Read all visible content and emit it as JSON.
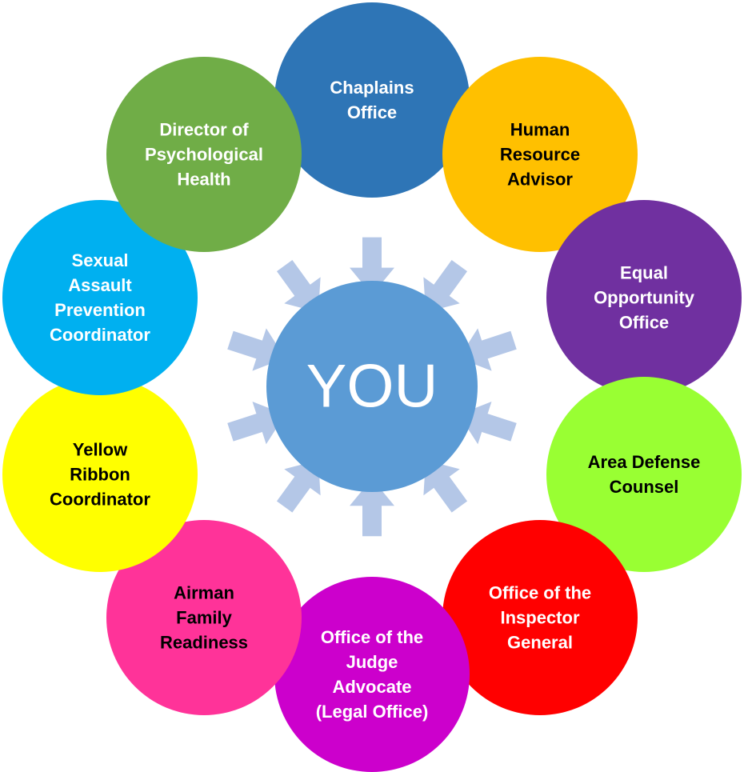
{
  "center": {
    "label": "YOU",
    "fill": "#5b9bd5",
    "text_color": "#ffffff"
  },
  "arrow_color": "#b4c7e7",
  "nodes": [
    {
      "id": "chaplains-office",
      "lines": [
        "Chaplains",
        "Office"
      ],
      "fill": "#2e75b6",
      "text_color": "#ffffff"
    },
    {
      "id": "human-resource-advisor",
      "lines": [
        "Human",
        "Resource",
        "Advisor"
      ],
      "fill": "#ffc000",
      "text_color": "#000000"
    },
    {
      "id": "equal-opportunity-office",
      "lines": [
        "Equal",
        "Opportunity",
        "Office"
      ],
      "fill": "#7030a0",
      "text_color": "#ffffff"
    },
    {
      "id": "area-defense-counsel",
      "lines": [
        "Area Defense",
        "Counsel"
      ],
      "fill": "#99ff33",
      "text_color": "#000000"
    },
    {
      "id": "office-of-the-inspector-general",
      "lines": [
        "Office of the",
        "Inspector",
        "General"
      ],
      "fill": "#ff0000",
      "text_color": "#ffffff"
    },
    {
      "id": "office-of-the-judge-advocate",
      "lines": [
        "Office of the",
        "Judge",
        "Advocate",
        "(Legal Office)"
      ],
      "fill": "#cc00cc",
      "text_color": "#ffffff"
    },
    {
      "id": "airman-family-readiness",
      "lines": [
        "Airman",
        "Family",
        "Readiness"
      ],
      "fill": "#ff3399",
      "text_color": "#000000"
    },
    {
      "id": "yellow-ribbon-coordinator",
      "lines": [
        "Yellow",
        "Ribbon",
        "Coordinator"
      ],
      "fill": "#ffff00",
      "text_color": "#000000"
    },
    {
      "id": "sexual-assault-prevention-coordinator",
      "lines": [
        "Sexual",
        "Assault",
        "Prevention",
        "Coordinator"
      ],
      "fill": "#00b0f0",
      "text_color": "#ffffff"
    },
    {
      "id": "director-of-psychological-health",
      "lines": [
        "Director of",
        "Psychological",
        "Health"
      ],
      "fill": "#70ad47",
      "text_color": "#ffffff"
    }
  ]
}
